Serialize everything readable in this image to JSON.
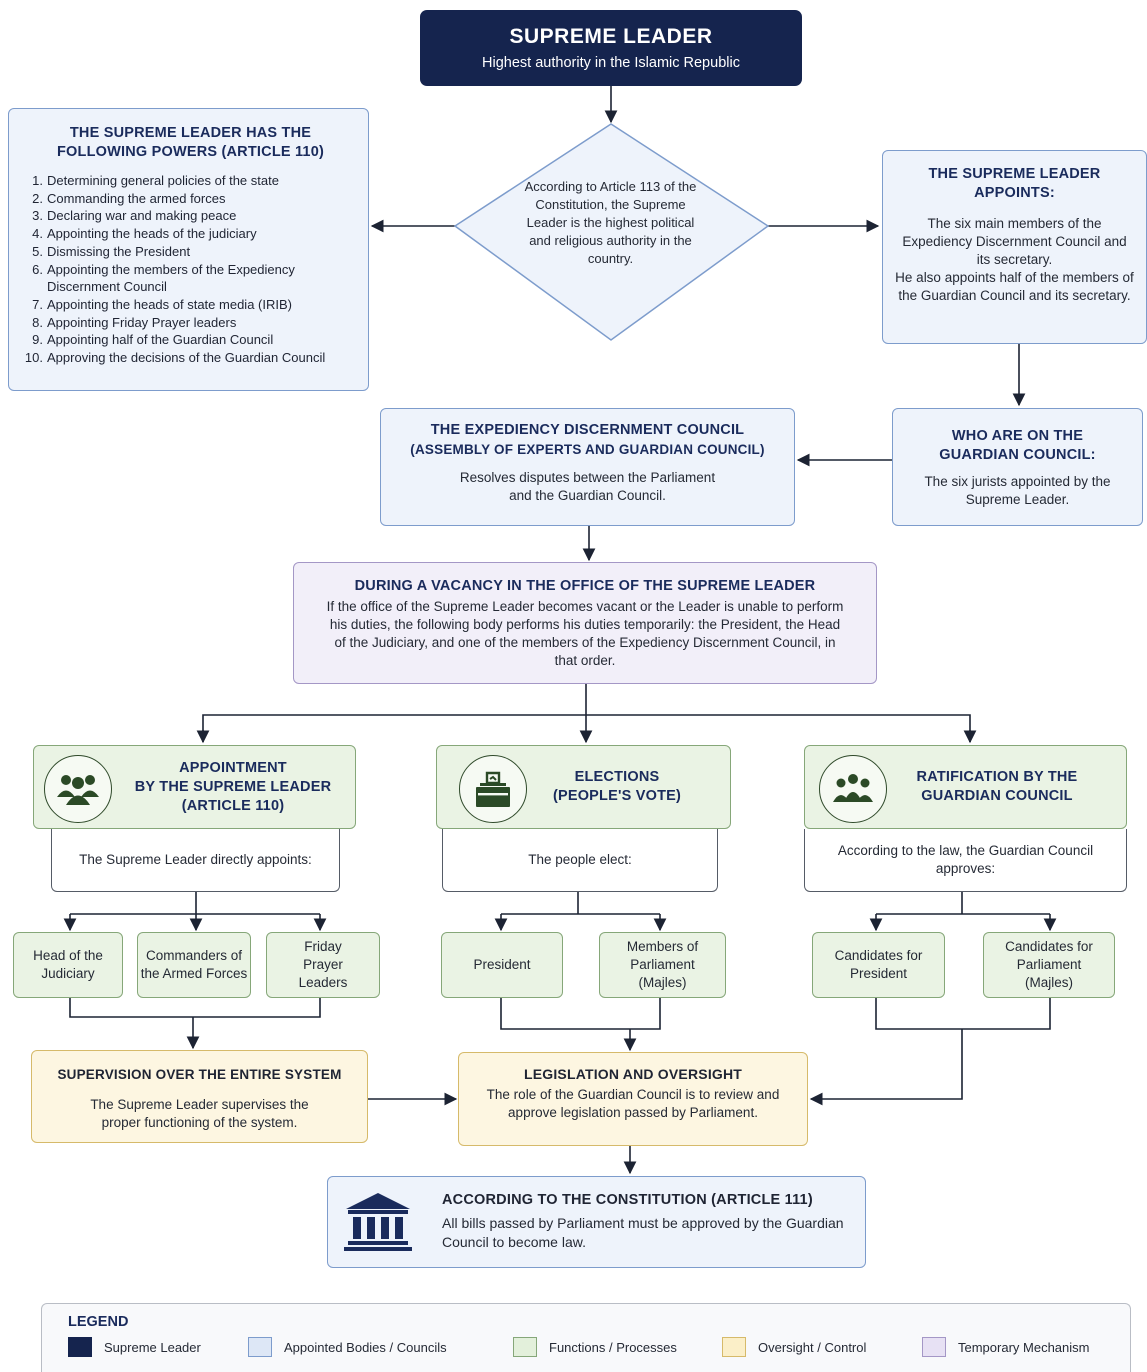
{
  "leader": {
    "title": "SUPREME LEADER",
    "subtitle": "Highest authority in the Islamic Republic"
  },
  "powers": {
    "title": "THE SUPREME LEADER HAS THE FOLLOWING POWERS (ARTICLE 110)",
    "items": [
      "Determining general policies of the state",
      "Commanding the armed forces",
      "Declaring war and making peace",
      "Appointing the heads of the judiciary",
      "Dismissing the President",
      "Appointing the members of the Expediency Discernment Council",
      "Appointing the heads of state media (IRIB)",
      "Appointing Friday Prayer leaders",
      "Appointing half of the Guardian Council",
      "Approving the decisions of the Guardian Council"
    ]
  },
  "article113": {
    "text": "According to Article 113 of the Constitution, the Supreme Leader is the highest political and religious authority in the country."
  },
  "appoints": {
    "title": "THE SUPREME LEADER APPOINTS:",
    "text1": "The six main members of the Expediency Discernment Council and its secretary.",
    "text2": "He also appoints half of the members of the Guardian Council and its secretary."
  },
  "expediency": {
    "title_line1": "THE EXPEDIENCY DISCERNMENT COUNCIL",
    "title_line2": "(ASSEMBLY OF EXPERTS AND GUARDIAN COUNCIL)",
    "text": "Resolves disputes between the Parliament and the Guardian Council."
  },
  "guardian_members": {
    "title": "WHO ARE ON THE GUARDIAN COUNCIL:",
    "text": "The six jurists appointed by the Supreme Leader."
  },
  "vacancy": {
    "title": "DURING A VACANCY IN THE OFFICE OF THE SUPREME LEADER",
    "text": "If the office of the Supreme Leader becomes vacant or the Leader is unable to perform his duties, the following body performs his duties temporarily: the President, the Head of the Judiciary, and one of the members of the Expediency Discernment Council, in that order."
  },
  "appointment": {
    "title_line1": "APPOINTMENT",
    "title_line2": "BY THE SUPREME LEADER",
    "title_line3": "(ARTICLE 110)",
    "sub": "The Supreme Leader directly appoints:",
    "leaves": [
      "Head of the Judiciary",
      "Commanders of the Armed Forces",
      "Friday Prayer Leaders"
    ]
  },
  "elections": {
    "title_line1": "ELECTIONS",
    "title_line2": "(PEOPLE'S VOTE)",
    "sub": "The people elect:",
    "leaves": [
      "President",
      "Members of Parliament (Majles)"
    ]
  },
  "ratification": {
    "title_line1": "RATIFICATION BY THE",
    "title_line2": "GUARDIAN COUNCIL",
    "sub": "According to the law, the Guardian Council approves:",
    "leaves": [
      "Candidates for President",
      "Candidates for Parliament (Majles)"
    ]
  },
  "supervision": {
    "title": "SUPERVISION OVER THE ENTIRE SYSTEM",
    "text": "The Supreme Leader supervises the proper functioning of the system."
  },
  "legislation": {
    "title": "LEGISLATION AND OVERSIGHT",
    "text": "The role of the Guardian Council is to review and approve legislation passed by Parliament."
  },
  "article111": {
    "title": "ACCORDING TO THE CONSTITUTION (ARTICLE 111)",
    "text": "All bills passed by Parliament must be approved by the Guardian Council to become law."
  },
  "legend": {
    "title": "LEGEND",
    "items": [
      {
        "label": "Supreme Leader",
        "color": "#15244e",
        "border": "#15244e"
      },
      {
        "label": "Appointed Bodies / Councils",
        "color": "#dde7f6",
        "border": "#7d9ccc"
      },
      {
        "label": "Functions / Processes",
        "color": "#e3f0db",
        "border": "#86a779"
      },
      {
        "label": "Oversight / Control",
        "color": "#fbefc8",
        "border": "#d6ba6a"
      },
      {
        "label": "Temporary Mechanism",
        "color": "#e7e1f4",
        "border": "#a497c6"
      }
    ]
  }
}
